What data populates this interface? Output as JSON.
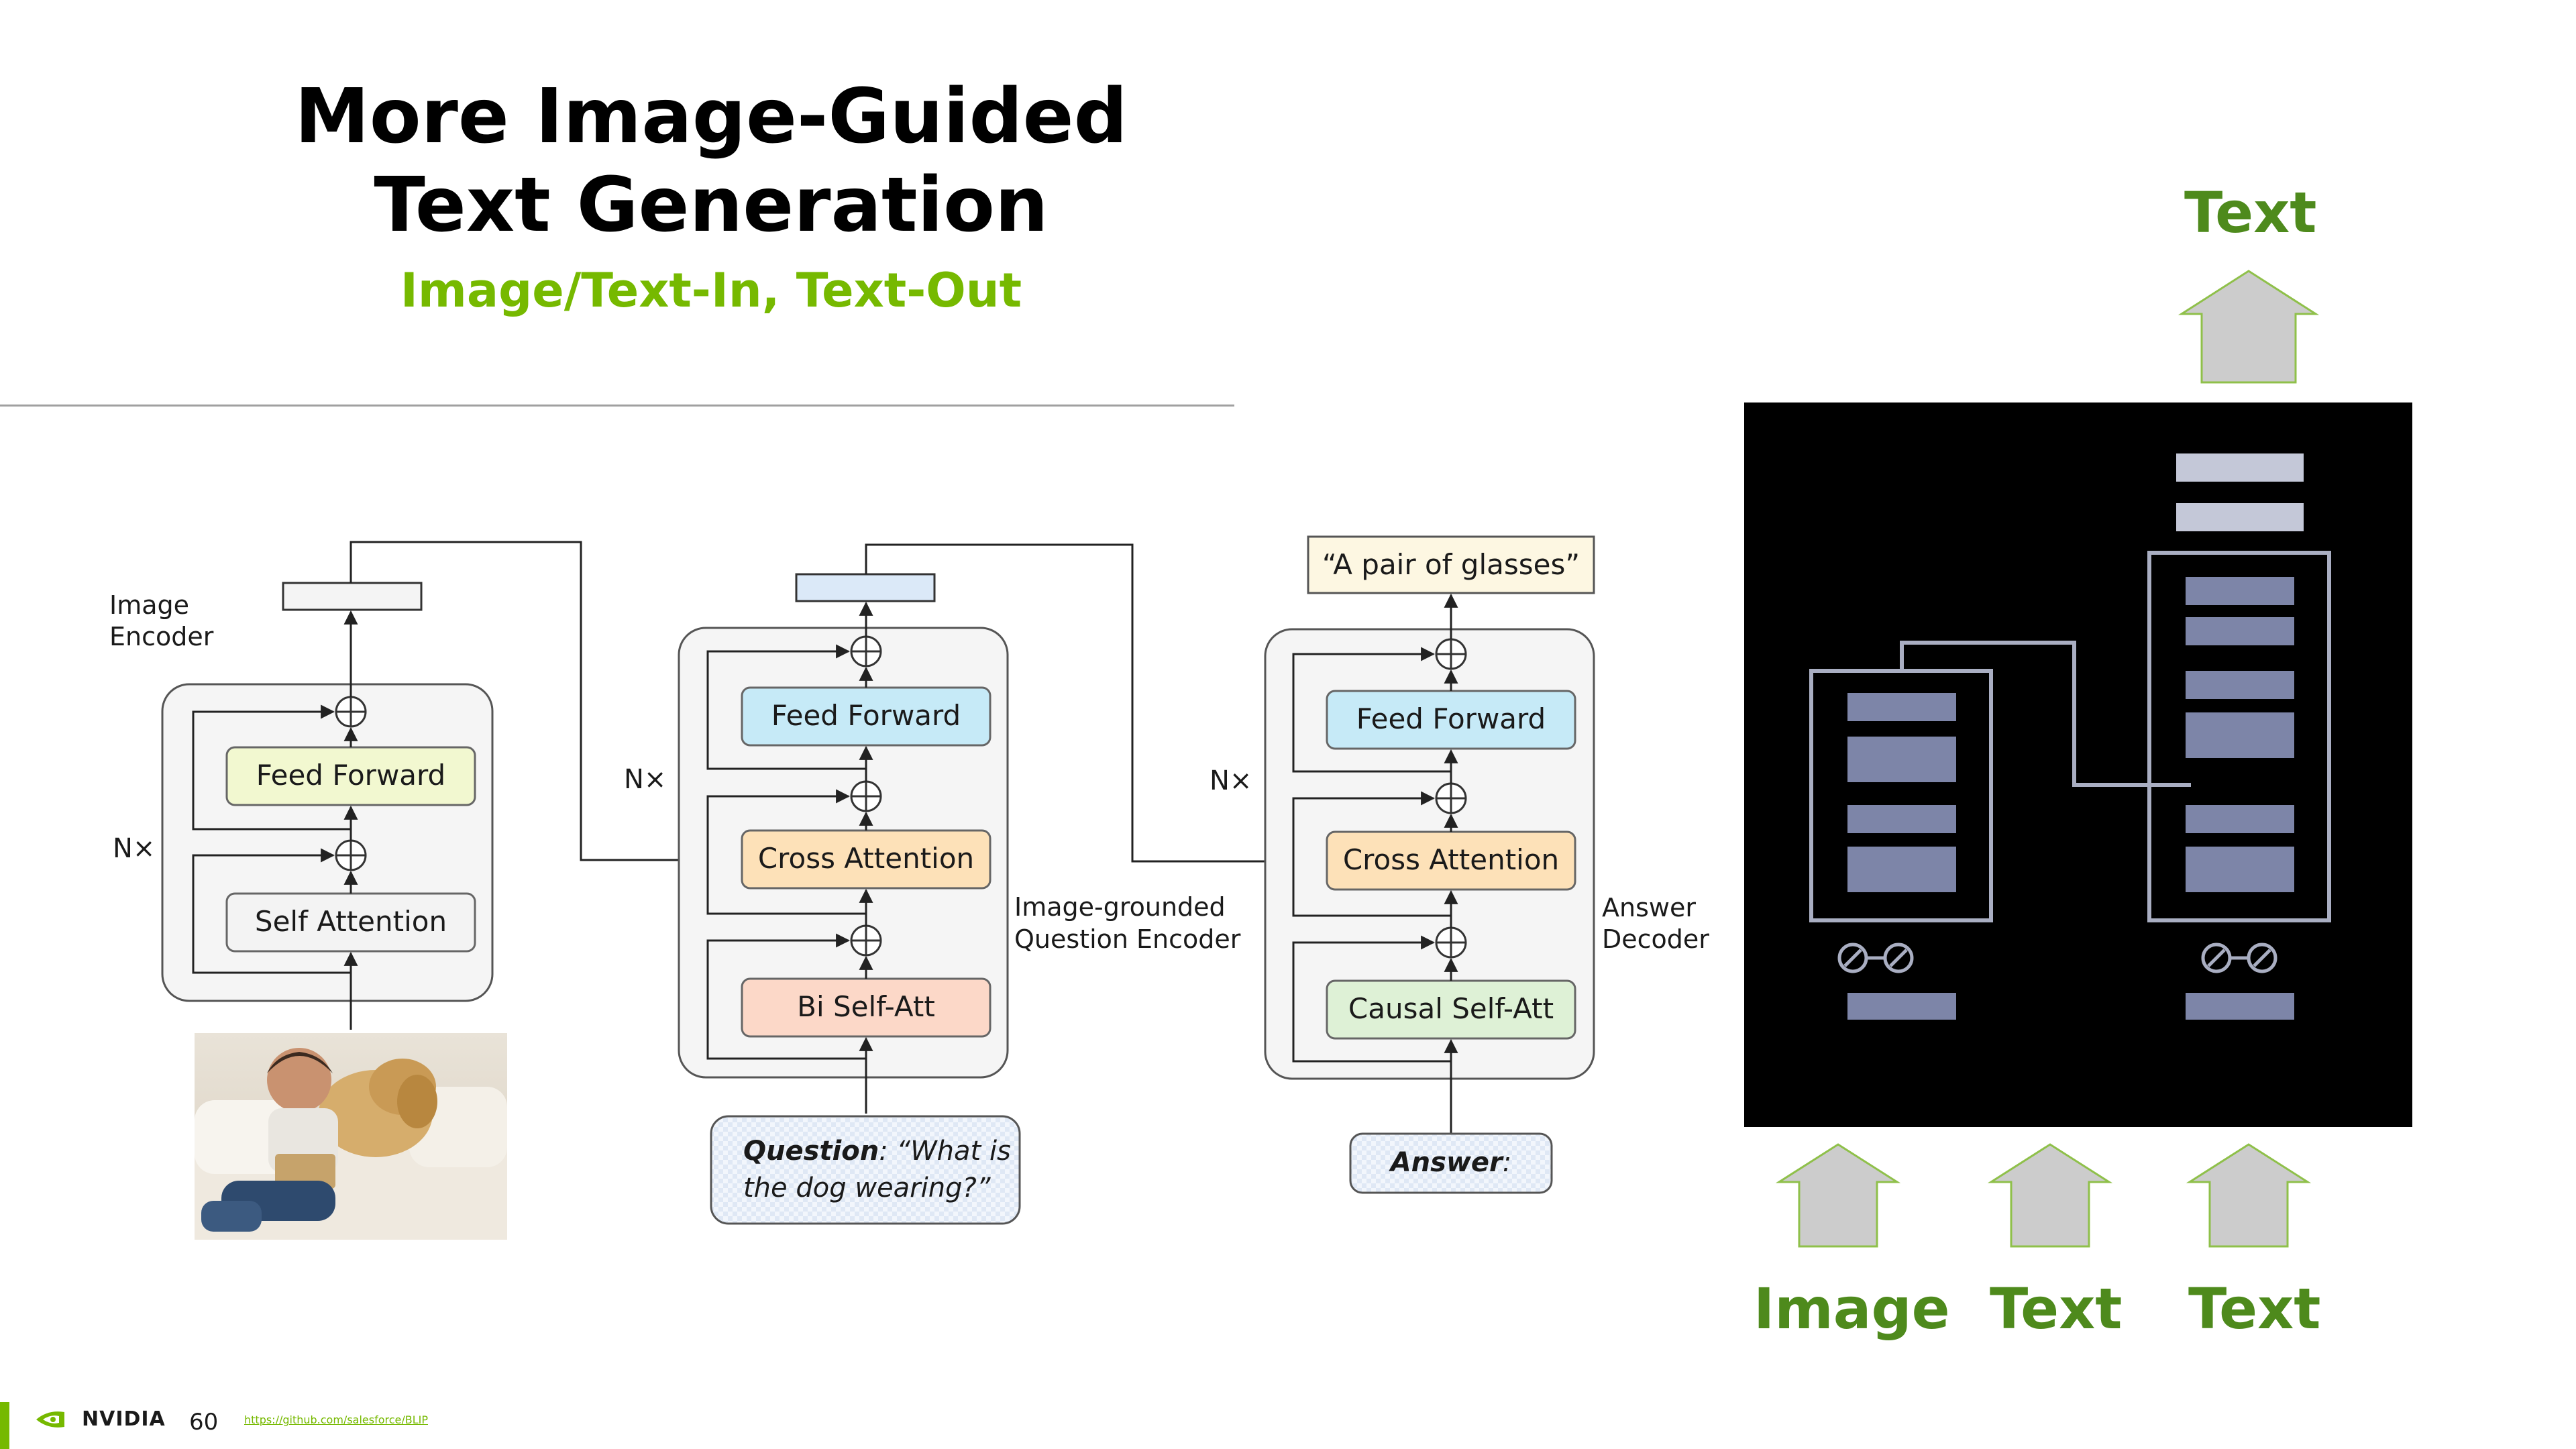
{
  "slide": {
    "title_line1": "More Image-Guided",
    "title_line2": "Text Generation",
    "subtitle": "Image/Text-In, Text-Out",
    "page_number": "60",
    "source_link": "https://github.com/salesforce/BLIP",
    "brand": "NVIDIA"
  },
  "blip": {
    "encoder": {
      "label_line1": "Image",
      "label_line2": "Encoder",
      "repeat": "N×",
      "feed_forward": "Feed Forward",
      "self_attention": "Self Attention"
    },
    "question_encoder": {
      "repeat": "N×",
      "feed_forward": "Feed Forward",
      "cross_attention": "Cross Attention",
      "bi_self_att": "Bi Self-Att",
      "label_line1": "Image-grounded",
      "label_line2": "Question Encoder",
      "input_bold": "Question",
      "input_rest_line1": ": “What is",
      "input_line2": "the dog wearing?”"
    },
    "answer_decoder": {
      "repeat": "N×",
      "output": "“A pair of glasses”",
      "feed_forward": "Feed Forward",
      "cross_attention": "Cross Attention",
      "causal_self_att": "Causal Self-Att",
      "label_line1": "Answer",
      "label_line2": "Decoder",
      "input_bold": "Answer",
      "input_rest": ":"
    }
  },
  "schematic": {
    "output_label": "Text",
    "input_labels": [
      "Image",
      "Text",
      "Text"
    ]
  },
  "colors": {
    "accent_green": "#76b900",
    "label_green": "#4e8a1c",
    "feed_forward_yellow": "#f2f8d0",
    "feed_forward_blue": "#c6eaf7",
    "cross_attention": "#fde1b8",
    "bi_self_att": "#fcd8c8",
    "causal_self_att": "#def1d6",
    "schematic_bg": "#000000",
    "schematic_block": "#7d85a8",
    "arrow_gray": "#cccccc"
  }
}
